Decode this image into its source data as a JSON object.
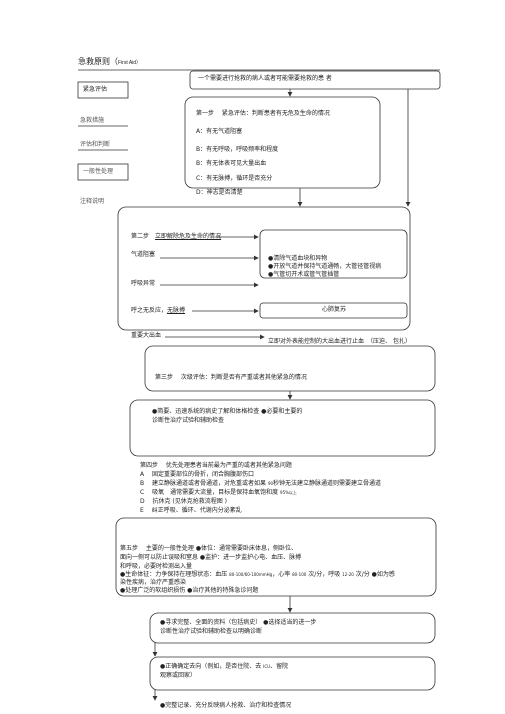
{
  "title": {
    "cn": "急救原则（",
    "en": "First Aid）"
  },
  "sidebar": {
    "items": [
      {
        "label": "紧急评估"
      },
      {
        "label": "急救措施"
      },
      {
        "label": "评估和判断"
      },
      {
        "label": "一般性处理"
      },
      {
        "label": "注释说明"
      }
    ]
  },
  "start": "一个需要进行抢救的病人或者可能需要抢救的患 者",
  "step1": {
    "heading": "第一步　 紧急评估：判断患者有无危及生命的情况",
    "items": [
      "A：有无气道阻塞",
      "B：有无呼吸，呼吸频率和程度",
      "B：有无体表可见大量出血",
      "C：有无脉搏，循环是否充分",
      "D：神志是否清楚"
    ]
  },
  "step2": {
    "heading_prefix": "第二步　",
    "heading": "立即解除危及生命的情况",
    "airway": "气道阻塞",
    "airway_actions": [
      "●清除气道血块和异物",
      "●开放气道并保持气道通畅，大管径管视病",
      "●气管切开术或管气管插管"
    ],
    "breathing": "呼吸异常",
    "no_response": "呼之无反应，",
    "no_pulse": "无脉搏",
    "cpr": "心肺复苏"
  },
  "bleeding": {
    "label": "重要大出血",
    "action": "立即对外表能控制的大出血进行止血",
    "action_note": "（压迫、 包扎）"
  },
  "step3": "第三步　 次级评估：判断是否有严重或者其他紧急的情况",
  "assessment": [
    "●简要、迅速系统的病史了解和体格检查 ●必要和主要的",
    "诊断性治疗试验和辅助检查"
  ],
  "step4": {
    "heading": "第四步　 优先处理患者当前最为严重的或者其他紧急问题",
    "a": "A　 固定重要部位的骨折，闭合胸腹部伤口",
    "b_1": "B　 建立静脉通道或者骨通道，对危重或者如果",
    "b_num": "90",
    "b_2": "秒钟无法建立静脉通道则需要建立骨通道",
    "c_1": "C　 吸氧　通常需要大流量，目标是保持血氧饱和度",
    "c_num": "95%以上",
    "d": "D　 抗休克 (见休克抢救流程图 )",
    "e": "E　 纠正呼吸、循环、代谢内分泌紊乱"
  },
  "step5": {
    "line1": "第五步　 主要的一般性处理 ●体位：通常需要卧床体息，侧卧位、",
    "line2": "面向一侧可以防止误吸和窒息 ●监护：进一步监护心电、血压、脉搏",
    "line3": "和呼吸，必要时检测出入量",
    "vitals_1": "●生命体征：力争保持在理想状态：血压",
    "vitals_bp": "80-100/60-100mmHg",
    "vitals_2": "，心率",
    "vitals_hr": "80-100",
    "vitals_3": " 次/分，呼吸",
    "vitals_rr": "12-20",
    "vitals_4": " 次/分 ●如为感",
    "line5": "染性疾病，治疗严重感染",
    "line6": "●处理广泛的软组织损伤 ●治疗其他的特殊急诊问题"
  },
  "diagnosis": [
    "●寻求完整、全面的资料（包括病史） ●选择适当的进一步",
    "诊断性治疗试验和辅助检查以明确诊断"
  ],
  "disposition": {
    "line1_a": "●正确确定去向（例如，是否住院、去",
    "line1_icu": "ICU",
    "line1_b": "、留院",
    "line2": "观察或回家）"
  },
  "record": "●完整记录、充分反映病人抢救、治疗和检查情况"
}
